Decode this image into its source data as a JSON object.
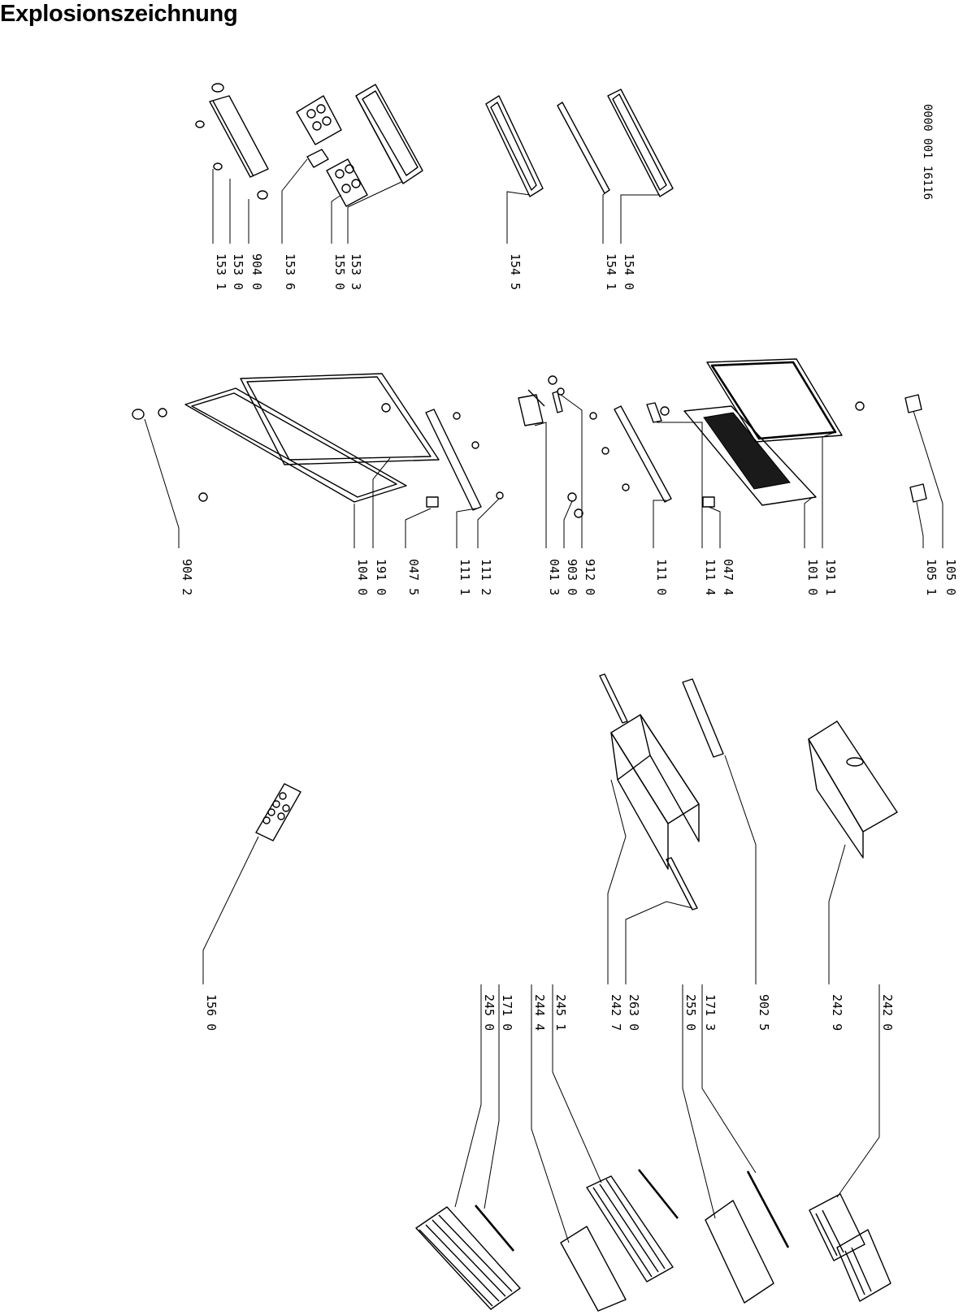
{
  "title": "Explosionszeichnung",
  "document_number": "0000 001 16116",
  "columns": [
    {
      "id": "door-bins",
      "labels": [
        {
          "text": "153 1"
        },
        {
          "text": "153 0"
        },
        {
          "text": "904 0"
        },
        {
          "text": "153 6"
        },
        {
          "text": "155 0"
        },
        {
          "text": "153 3"
        },
        {
          "text": "154 5"
        },
        {
          "text": "154 1"
        },
        {
          "text": "154 0"
        }
      ]
    },
    {
      "id": "freezer-doors",
      "labels": [
        {
          "text": "904 2"
        },
        {
          "text": "104 0"
        },
        {
          "text": "191 0"
        },
        {
          "text": "047 5"
        },
        {
          "text": "111 1"
        },
        {
          "text": "111 2"
        },
        {
          "text": "041 3"
        },
        {
          "text": "903 0"
        },
        {
          "text": "912 0"
        },
        {
          "text": "111 0"
        },
        {
          "text": "111 4"
        },
        {
          "text": "047 4"
        },
        {
          "text": "101 0"
        },
        {
          "text": "191 1"
        },
        {
          "text": "105 1"
        },
        {
          "text": "105 0"
        }
      ]
    },
    {
      "id": "drawers",
      "labels": [
        {
          "text": "156 0"
        },
        {
          "text": "242 7"
        },
        {
          "text": "263 0"
        },
        {
          "text": "902 5"
        },
        {
          "text": "242 9"
        }
      ]
    },
    {
      "id": "shelves",
      "labels": [
        {
          "text": "245 0"
        },
        {
          "text": "171 0"
        },
        {
          "text": "244 4"
        },
        {
          "text": "245 1"
        },
        {
          "text": "255 0"
        },
        {
          "text": "171 3"
        },
        {
          "text": "242 0"
        }
      ]
    }
  ]
}
